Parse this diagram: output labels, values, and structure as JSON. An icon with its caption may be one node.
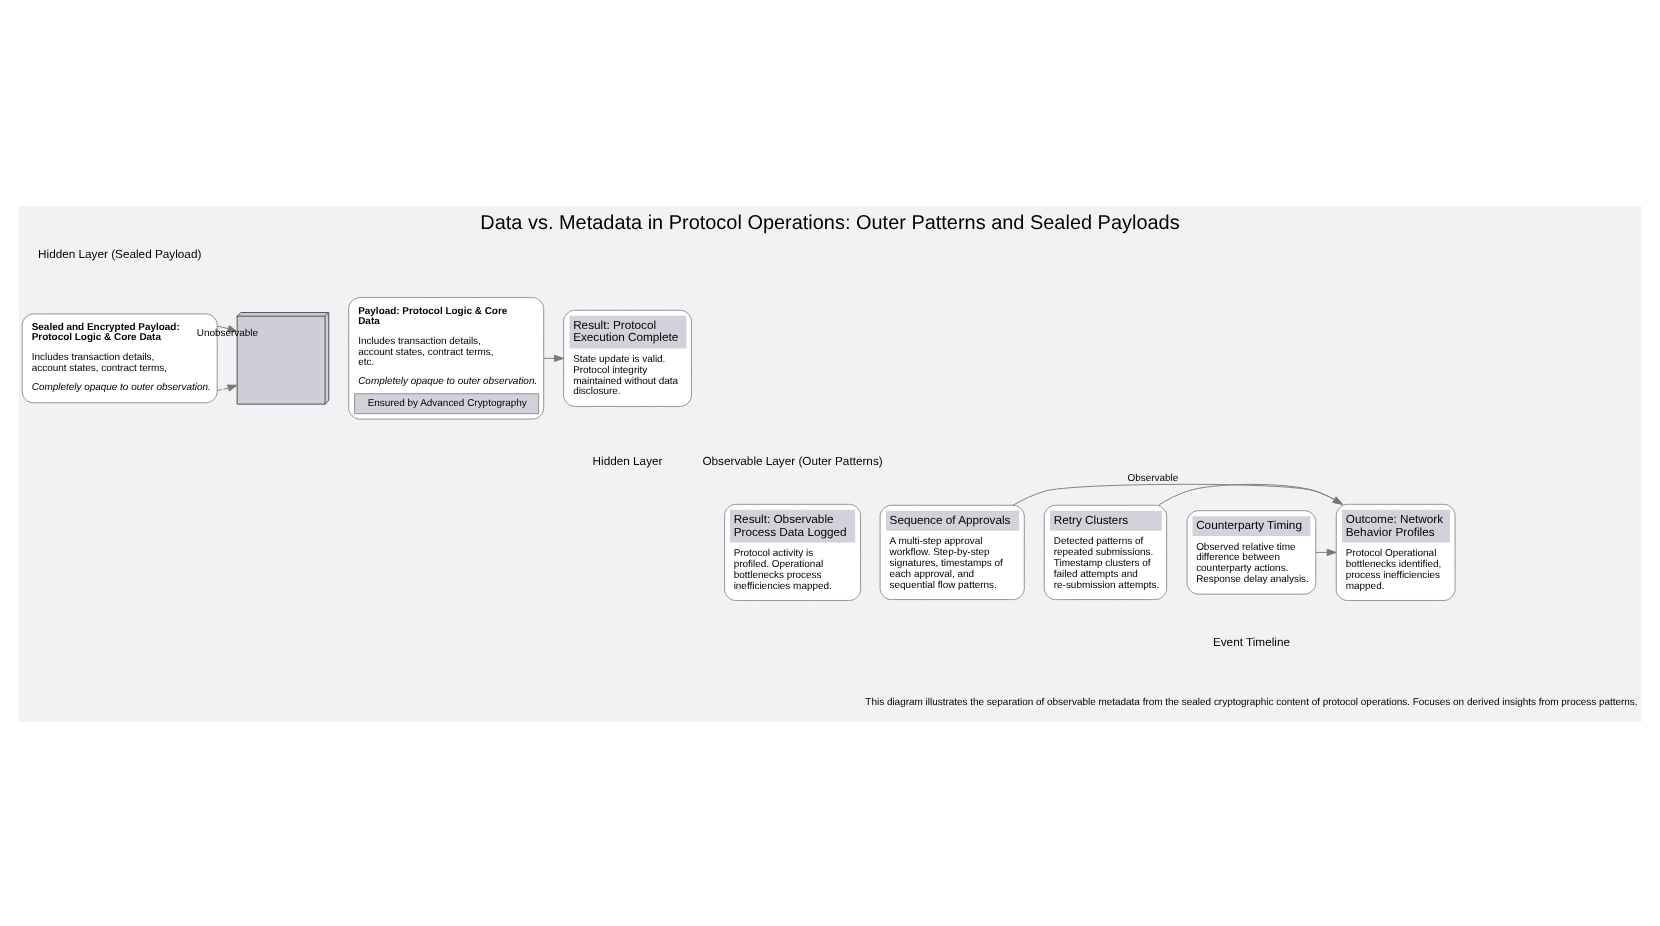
{
  "diagram": {
    "title": "Data vs. Metadata in Protocol Operations: Outer Patterns and Sealed Payloads",
    "caption": "This diagram illustrates the separation of observable metadata from the sealed cryptographic content of protocol operations. Focuses on derived insights from process patterns.",
    "nodes": [
      {
        "text": [
          "Sealed and Encrypted Payload: Protocol Logic & Core Data",
          "Includes transaction details, account states, contract terms,",
          "Completely opaque to outer observation."
        ]
      },
      {
        "text": [],
        "shape": "picture"
      },
      {
        "text": [
          "Payload: Protocol Logic & Core Data",
          "Includes transaction details, account states, contract terms, etc.",
          "Completely opaque to outer observation.",
          "Ensured by Advanced Cryptography"
        ]
      },
      {
        "text": [
          "Result: Protocol Execution Complete",
          "State update is valid. Protocol integrity maintained without data disclosure."
        ]
      },
      {
        "text": [
          "Sequence of Approvals",
          "A multi-step approval workflow. Step-by-step signatures, timestamps of each approval, and sequential flow patterns."
        ]
      },
      {
        "text": [
          "Retry Clusters",
          "Detected patterns of repeated submissions. Timestamp clusters of failed attempts and re-submission attempts."
        ]
      },
      {
        "text": [
          "Counterparty Timing",
          "Observed relative time difference between counterparty actions. Response delay analysis."
        ]
      },
      {
        "text": [
          "Outcome: Network Behavior Profiles",
          "Protocol Operational bottlenecks identified, process inefficiencies mapped."
        ]
      },
      {
        "text": [
          "Result: Observable Process Data Logged",
          "Protocol activity is profiled. Operational bottlenecks process inefficiencies mapped."
        ]
      }
    ],
    "edges": [
      {
        "from": 0,
        "to": 1,
        "arrow": "to",
        "style": "dashed"
      },
      {
        "from": 0,
        "to": 1,
        "arrow": "to",
        "label": "Unobservable"
      },
      {
        "from": 2,
        "to": 3,
        "arrow": "to"
      },
      {
        "from": 4,
        "to": 7,
        "arrow": "to",
        "label": "Observable"
      },
      {
        "from": 5,
        "to": 7,
        "arrow": "to"
      },
      {
        "from": 6,
        "to": 7,
        "arrow": "to"
      }
    ],
    "labels": [
      "Hidden Layer (Sealed Payload)",
      "Hidden Layer",
      "Observable Layer (Outer Patterns)",
      "Event Timeline"
    ]
  }
}
